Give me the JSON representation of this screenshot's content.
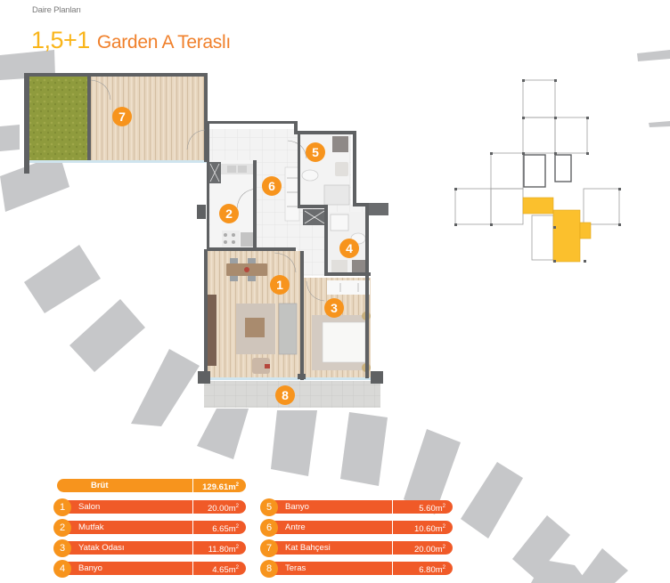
{
  "header": {
    "eyebrow": "Daire Planları",
    "plan_type": "1,5+1",
    "plan_name": "Garden A Teraslı"
  },
  "floorplan": {
    "rooms": [
      {
        "number": "1",
        "name": "Salon"
      },
      {
        "number": "2",
        "name": "Mutfak"
      },
      {
        "number": "3",
        "name": "Yatak Odası"
      },
      {
        "number": "4",
        "name": "Banyo"
      },
      {
        "number": "5",
        "name": "Banyo"
      },
      {
        "number": "6",
        "name": "Antre"
      },
      {
        "number": "7",
        "name": "Kat Bahçesi"
      },
      {
        "number": "8",
        "name": "Teras"
      }
    ],
    "colors": {
      "badge": "#f7941d",
      "wall": "#5f6163",
      "wood": "#e6d4bc",
      "grass": "#8e9a3c",
      "tile": "#f1f1f1",
      "highlight": "#fbc02d",
      "deco": "#c6c7c9"
    }
  },
  "keyplan": {
    "label": "key-plan",
    "highlight_color": "#fbc02d"
  },
  "area_table": {
    "unit": "m",
    "unit_sup": "2",
    "gross": {
      "label": "Brüt",
      "value": "129.61"
    },
    "left": [
      {
        "number": "1",
        "label": "Salon",
        "value": "20.00"
      },
      {
        "number": "2",
        "label": "Mutfak",
        "value": "6.65"
      },
      {
        "number": "3",
        "label": "Yatak Odası",
        "value": "11.80"
      },
      {
        "number": "4",
        "label": "Banyo",
        "value": "4.65"
      }
    ],
    "right": [
      {
        "number": "5",
        "label": "Banyo",
        "value": "5.60"
      },
      {
        "number": "6",
        "label": "Antre",
        "value": "10.60"
      },
      {
        "number": "7",
        "label": "Kat Bahçesi",
        "value": "20.00"
      },
      {
        "number": "8",
        "label": "Teras",
        "value": "6.80"
      }
    ]
  }
}
